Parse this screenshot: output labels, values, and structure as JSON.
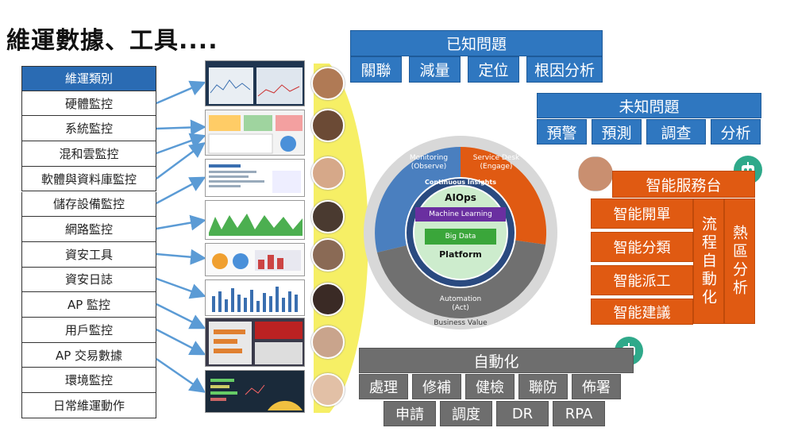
{
  "title": "維運數據、工具....",
  "categories": {
    "header": "維運類別",
    "items": [
      "硬體監控",
      "系統監控",
      "混和雲監控",
      "軟體與資料庫監控",
      "儲存設備監控",
      "網路監控",
      "資安工具",
      "資安日誌",
      "AP 監控",
      "用戶監控",
      "AP 交易數據",
      "環境監控",
      "日常維運動作"
    ]
  },
  "known": {
    "title": "已知問題",
    "items": [
      "關聯",
      "減量",
      "定位",
      "根因分析"
    ]
  },
  "unknown": {
    "title": "未知問題",
    "items": [
      "預警",
      "預測",
      "調查",
      "分析"
    ]
  },
  "service": {
    "title": "智能服務台",
    "items": [
      "智能開單",
      "智能分類",
      "智能派工",
      "智能建議"
    ],
    "flow": "流程自動化",
    "hotspot": "熱區分析"
  },
  "automation": {
    "title": "自動化",
    "row1": [
      "處理",
      "修補",
      "健檢",
      "聯防",
      "佈署"
    ],
    "row2": [
      "申請",
      "調度",
      "DR",
      "RPA"
    ]
  },
  "aiops": {
    "monitoring": "Monitoring",
    "observe": "(Observe)",
    "service_desk": "Service Desk",
    "engage": "(Engage)",
    "automation": "Automation",
    "act": "(Act)",
    "business_value": "Business Value",
    "center": "AIOps",
    "ml": "Machine Learning",
    "bigdata": "Big Data",
    "platform": "Platform",
    "ci": "Continuous Insights"
  },
  "colors": {
    "blue": "#2f77c0",
    "orange": "#e05a12",
    "gray": "#6e6e6e",
    "yellow": "#f5ec4a",
    "green": "#2fa98a",
    "purple": "#6a2fa0",
    "biggreen": "#3aa63a"
  }
}
